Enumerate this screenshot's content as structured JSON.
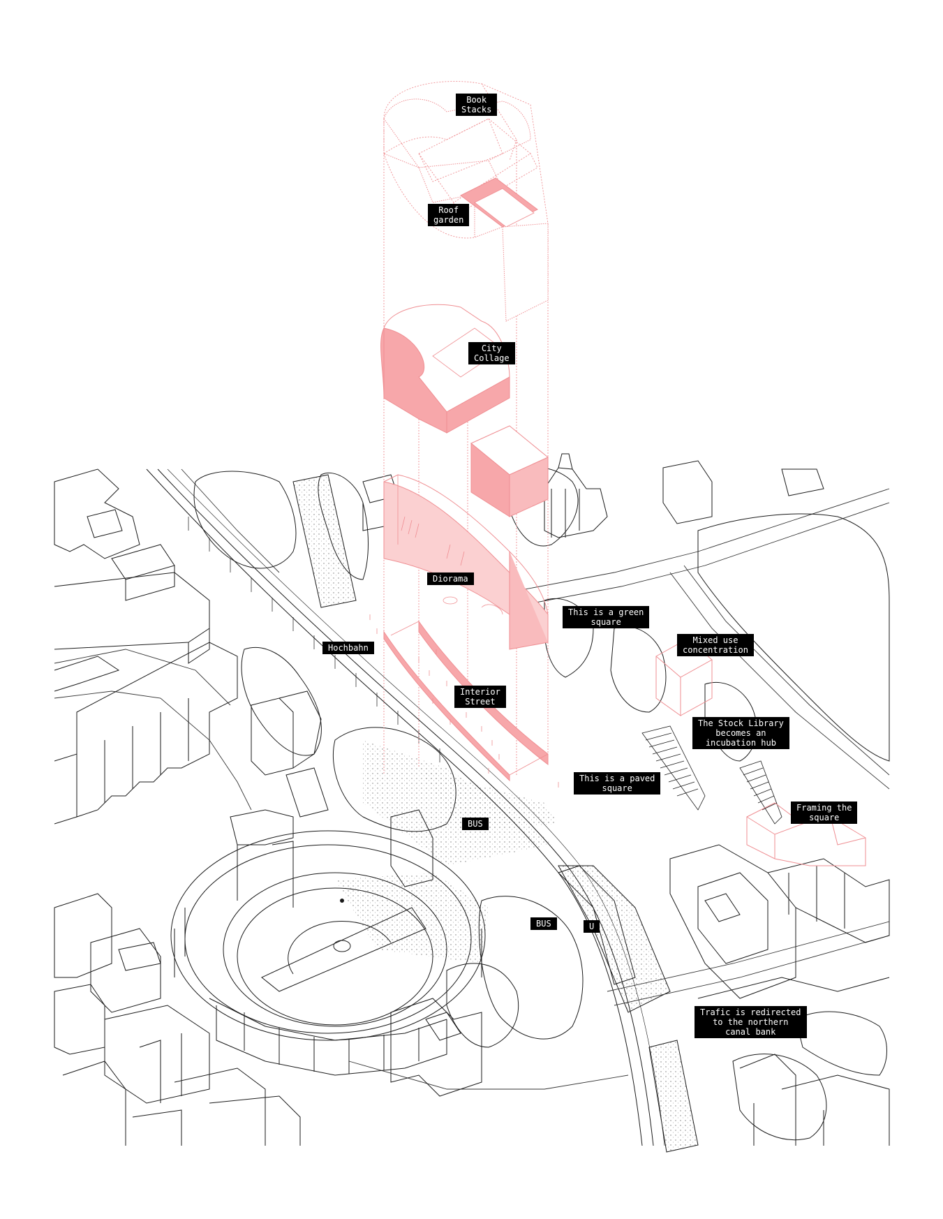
{
  "colors": {
    "line": "#1a1a1a",
    "accent_line": "#ef8e92",
    "accent_fill": "#f7a7aa",
    "accent_fill_light": "#fbd0d1",
    "label_bg": "#000000",
    "label_text": "#ffffff"
  },
  "labels": {
    "book_stacks": "Book\nStacks",
    "roof_garden": "Roof\ngarden",
    "city_collage": "City\nCollage",
    "diorama": "Diorama",
    "green_square": "This is a green\nsquare",
    "hochbahn": "Hochbahn",
    "mixed_use": "Mixed use\nconcentration",
    "interior_street": "Interior\nStreet",
    "stock_library": "The Stock Library\nbecomes an\nincubation hub",
    "paved_square": "This is a paved\nsquare",
    "framing_square": "Framing the\nsquare",
    "bus_1": "BUS",
    "bus_2": "BUS",
    "u_station": "U",
    "trafic": "Trafic is redirected\nto the northern\ncanal bank"
  }
}
